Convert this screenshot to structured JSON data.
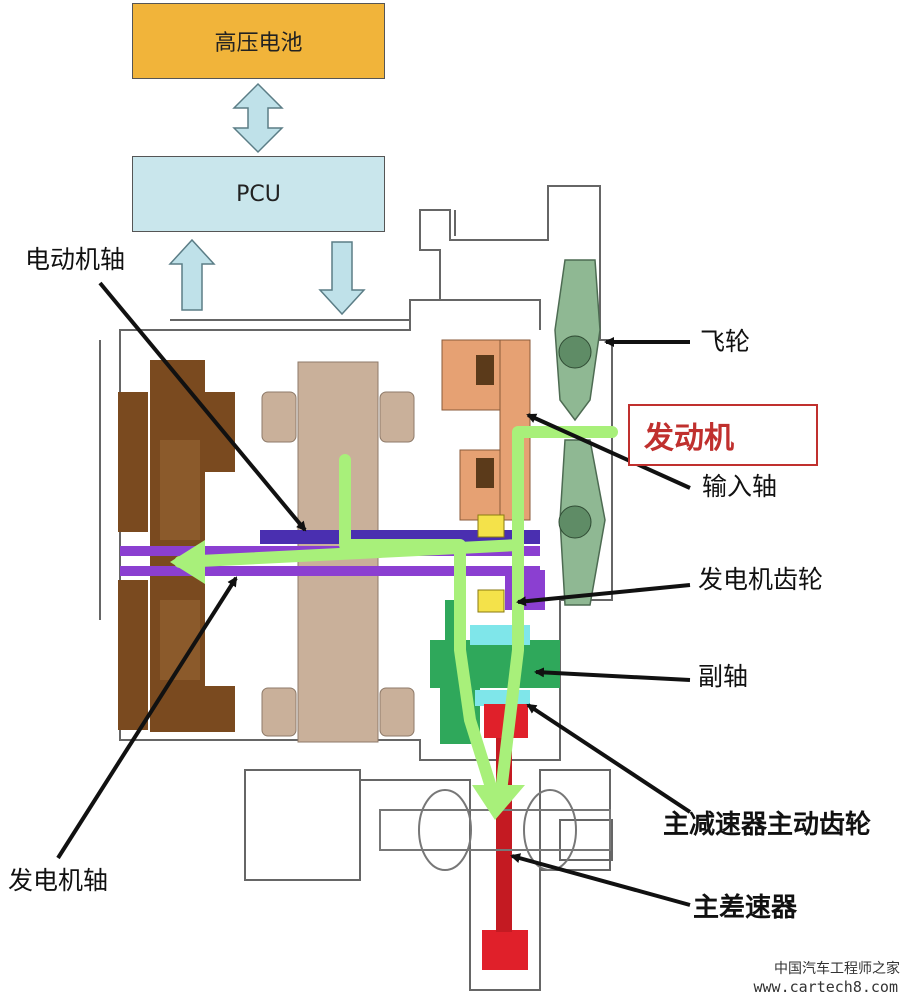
{
  "blocks": {
    "battery": "高压电池",
    "pcu": "PCU"
  },
  "labels": {
    "motor_shaft": "电动机轴",
    "flywheel": "飞轮",
    "engine": "发动机",
    "input_shaft": "输入轴",
    "generator_gear": "发电机齿轮",
    "countershaft": "副轴",
    "final_drive_gear": "主减速器主动齿轮",
    "differential": "主差速器",
    "generator_shaft": "发电机轴"
  },
  "watermark": {
    "cn": "中国汽车工程师之家",
    "url": "www.cartech8.com"
  },
  "colors": {
    "battery": "#f1b43a",
    "pcu": "#c9e6ec",
    "arrow_fill": "#bfe1e9",
    "flow": "#a8f07a",
    "engine_red": "#c0302e",
    "copper": "#7a4a1f",
    "stator": "#c9b09a",
    "shaft_purple": "#8b3fd1",
    "counter_green": "#2fa85b",
    "cyan": "#7fe6ea",
    "final_red": "#e0202a",
    "flywheel_green": "#8fb893",
    "input_orange": "#e6a173",
    "yellow": "#f4e24a"
  }
}
